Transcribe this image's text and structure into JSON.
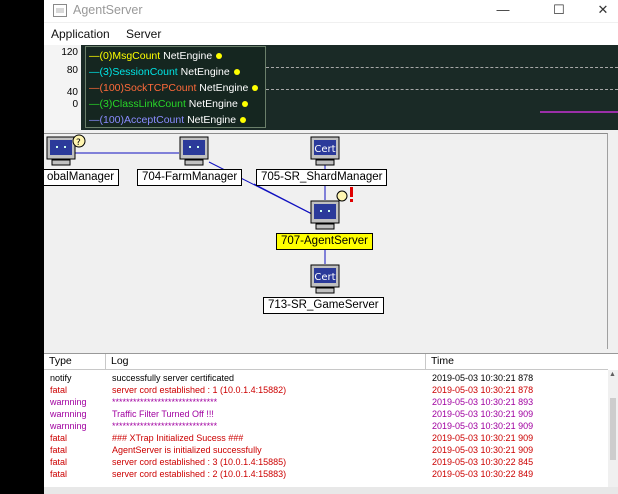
{
  "window": {
    "title": "AgentServer",
    "buttons": {
      "minimize": "—",
      "maximize": "☐",
      "close": "✕"
    }
  },
  "menu": [
    "Application",
    "Server"
  ],
  "monitor": {
    "axis_labels": [
      "120",
      "80",
      "40",
      "0"
    ],
    "legend": [
      {
        "prefix": "—(0)MsgCount",
        "suffix": "NetEngine",
        "color": "#ffff00"
      },
      {
        "prefix": "—(3)SessionCount",
        "suffix": "NetEngine",
        "color": "#00e5e5"
      },
      {
        "prefix": "—(100)SockTCPCount",
        "suffix": "NetEngine",
        "color": "#ff6a3a"
      },
      {
        "prefix": "—(3)ClassLinkCount",
        "suffix": "NetEngine",
        "color": "#28d628"
      },
      {
        "prefix": "—(100)AcceptCount",
        "suffix": "NetEngine",
        "color": "#8a8cff"
      }
    ]
  },
  "topology": {
    "nodes": [
      {
        "label": "obalManager",
        "icon": "computer-icon",
        "badge": "thinking",
        "selected": false
      },
      {
        "label": "704-FarmManager",
        "icon": "computer-icon",
        "badge": "",
        "selected": false
      },
      {
        "label": "705-SR_ShardManager",
        "icon": "cert-icon",
        "badge": "",
        "selected": false
      },
      {
        "label": "707-AgentServer",
        "icon": "computer-icon",
        "badge": "alert",
        "selected": true
      },
      {
        "label": "713-SR_GameServer",
        "icon": "cert-icon",
        "badge": "",
        "selected": false
      }
    ],
    "cert_text": "Cert"
  },
  "log": {
    "headers": [
      "Type",
      "Log",
      "Time"
    ],
    "rows": [
      {
        "type": "notify",
        "msg": "successfully server certificated",
        "time": "2019-05-03 10:30:21 878",
        "color": "#000000"
      },
      {
        "type": "fatal",
        "msg": "server cord established : 1 (10.0.1.4:15882)",
        "time": "2019-05-03 10:30:21 878",
        "color": "#cc0000"
      },
      {
        "type": "warnning",
        "msg": "******************************",
        "time": "2019-05-03 10:30:21 893",
        "color": "#a000a0"
      },
      {
        "type": "warnning",
        "msg": "Traffic Filter Turned Off !!!",
        "time": "2019-05-03 10:30:21 909",
        "color": "#a000a0"
      },
      {
        "type": "warnning",
        "msg": "******************************",
        "time": "2019-05-03 10:30:21 909",
        "color": "#a000a0"
      },
      {
        "type": "fatal",
        "msg": "###  XTrap Initialized Sucess  ###",
        "time": "2019-05-03 10:30:21 909",
        "color": "#cc0000"
      },
      {
        "type": "fatal",
        "msg": "AgentServer is initialized successfully",
        "time": "2019-05-03 10:30:21 909",
        "color": "#cc0000"
      },
      {
        "type": "fatal",
        "msg": "server cord established : 3 (10.0.1.4:15885)",
        "time": "2019-05-03 10:30:22 845",
        "color": "#cc0000"
      },
      {
        "type": "fatal",
        "msg": "server cord established : 2 (10.0.1.4:15883)",
        "time": "2019-05-03 10:30:22 849",
        "color": "#cc0000"
      }
    ]
  }
}
